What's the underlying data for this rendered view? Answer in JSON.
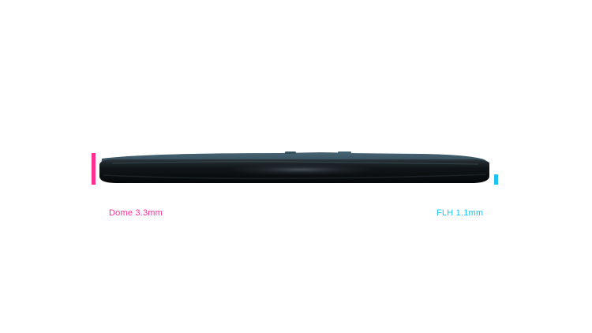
{
  "figure": {
    "left_label": "Dome 3.3mm",
    "right_label": "FLH 1.1mm"
  },
  "colors": {
    "background": "#ffffff",
    "left_accent": "#ff2f92",
    "right_accent": "#1dc2f2",
    "device_top": "#2f4f63",
    "device_body": "#0f1418",
    "device_highlight": "#5d6a73"
  },
  "icons": {
    "device": "device-side-profile-image"
  }
}
